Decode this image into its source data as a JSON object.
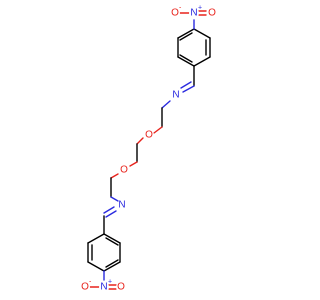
{
  "molecule": {
    "atoms": {
      "nitro_top_o_left": {
        "label": "O",
        "charge": "-",
        "color": "#e8221b"
      },
      "nitro_top_n": {
        "label": "N",
        "charge": "+",
        "color": "#2a2adf"
      },
      "nitro_top_o_right": {
        "label": "O",
        "color": "#e8221b"
      },
      "imine_top_n": {
        "label": "N",
        "color": "#2a2adf"
      },
      "ether_top_o": {
        "label": "O",
        "color": "#e8221b"
      },
      "ether_bottom_o": {
        "label": "O",
        "color": "#e8221b"
      },
      "imine_bottom_n": {
        "label": "N",
        "color": "#2a2adf"
      },
      "nitro_bottom_o_left": {
        "label": "O",
        "charge": "-",
        "color": "#e8221b"
      },
      "nitro_bottom_n": {
        "label": "N",
        "charge": "+",
        "color": "#2a2adf"
      },
      "nitro_bottom_o_right": {
        "label": "O",
        "color": "#e8221b"
      }
    },
    "colors": {
      "carbon": "#000000",
      "nitrogen": "#2a2adf",
      "oxygen": "#e8221b",
      "background": "#ffffff"
    }
  }
}
